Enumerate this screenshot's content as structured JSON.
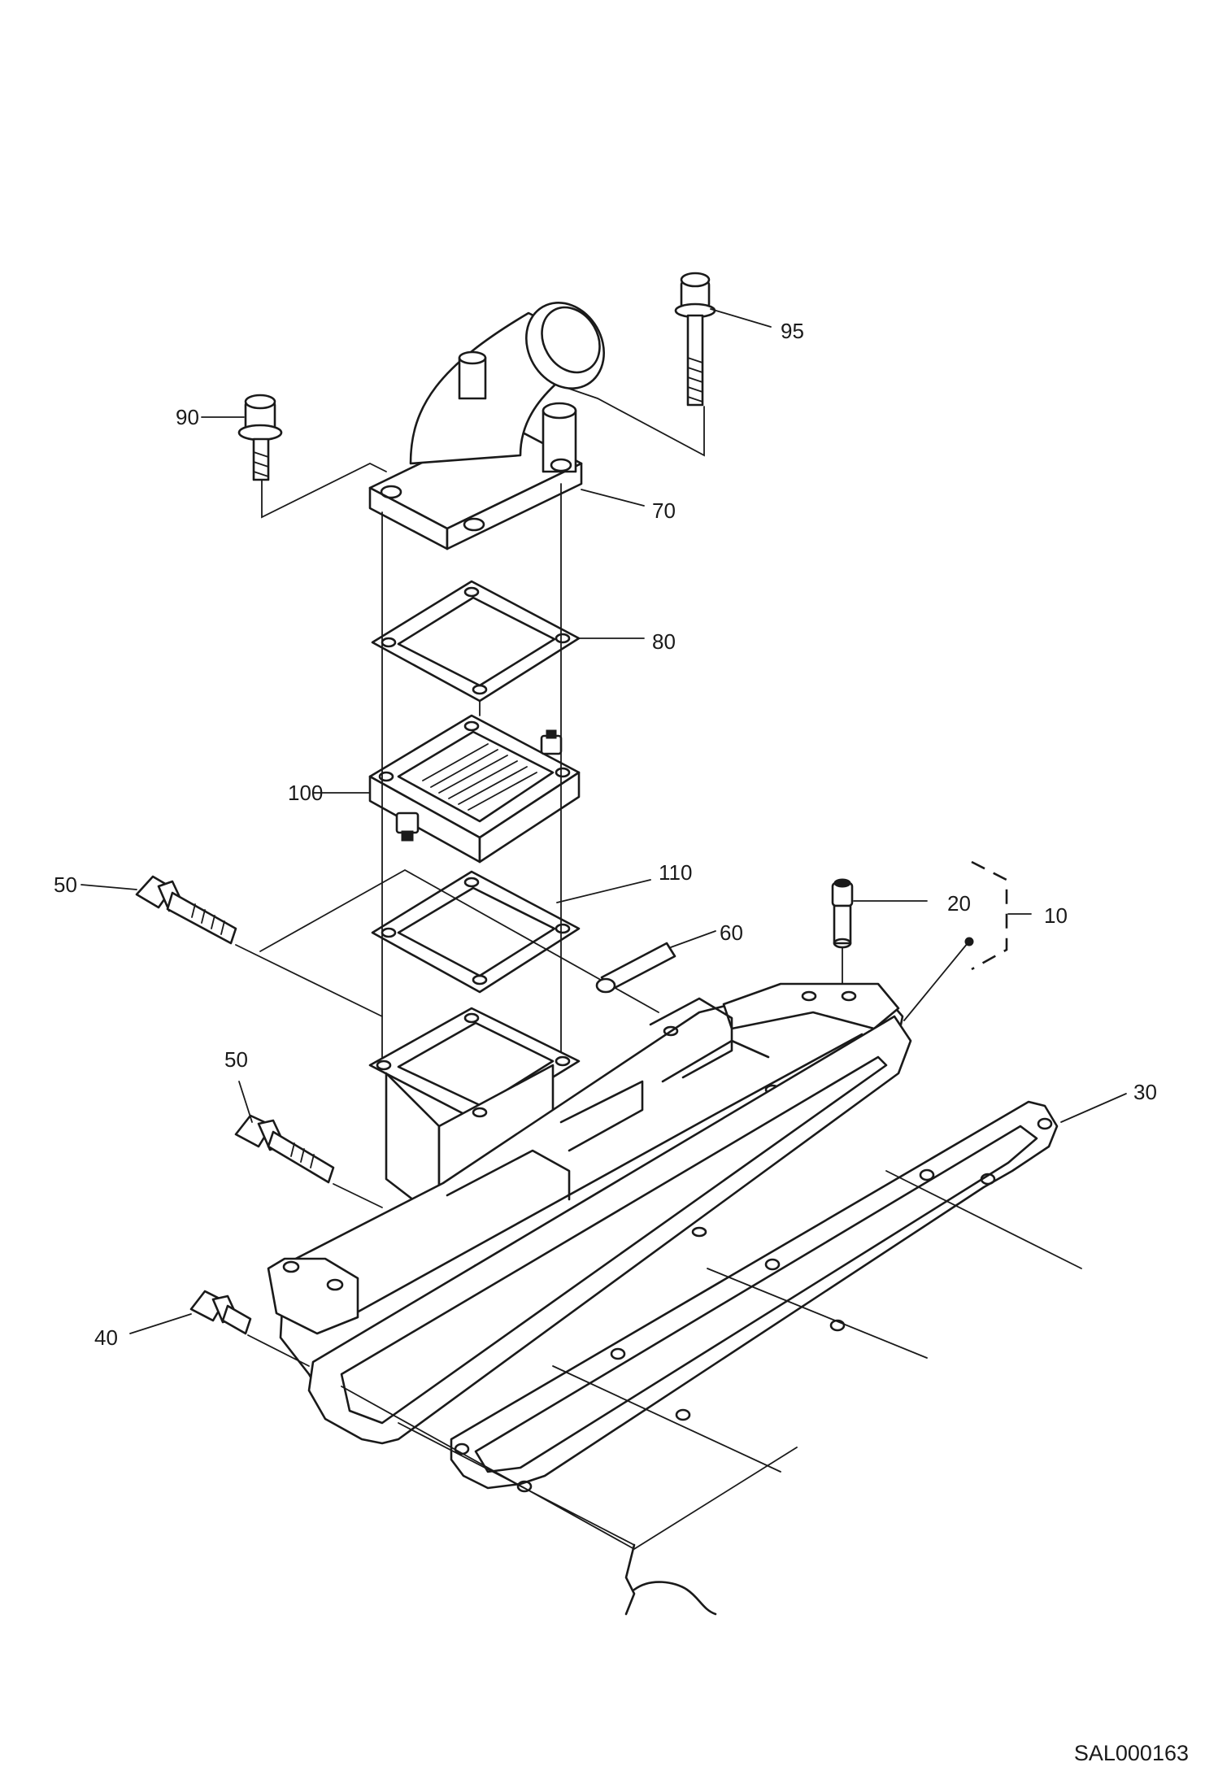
{
  "callouts": {
    "c95": "95",
    "c90": "90",
    "c70": "70",
    "c80": "80",
    "c100": "100",
    "c110": "110",
    "c50a": "50",
    "c20": "20",
    "c10": "10",
    "c60": "60",
    "c50b": "50",
    "c30": "30",
    "c40": "40"
  },
  "doc_id": "SAL000163"
}
